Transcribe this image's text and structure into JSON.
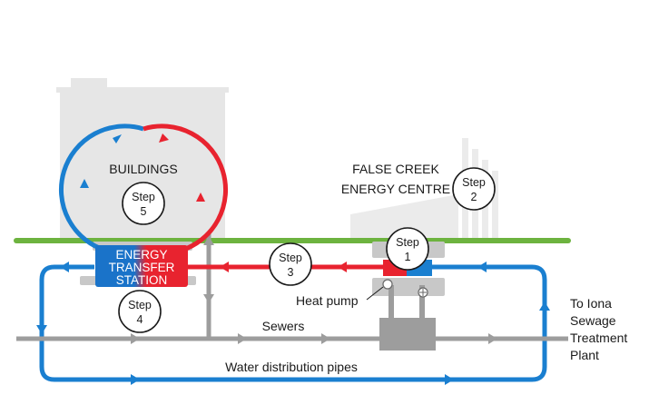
{
  "labels": {
    "buildings": "BUILDINGS",
    "energy_centre_line1": "FALSE CREEK",
    "energy_centre_line2": "ENERGY CENTRE",
    "ets_line1": "ENERGY",
    "ets_line2": "TRANSFER",
    "ets_line3": "STATION",
    "heat_pump": "Heat pump",
    "sewers": "Sewers",
    "water_pipes": "Water distribution pipes",
    "plant_line1": "To Iona",
    "plant_line2": "Sewage",
    "plant_line3": "Treatment",
    "plant_line4": "Plant"
  },
  "steps": [
    {
      "word": "Step",
      "num": "1"
    },
    {
      "word": "Step",
      "num": "2"
    },
    {
      "word": "Step",
      "num": "3"
    },
    {
      "word": "Step",
      "num": "4"
    },
    {
      "word": "Step",
      "num": "5"
    }
  ],
  "colors": {
    "hot": "#e8232f",
    "cold": "#1a7fd0",
    "ground": "#6db33f",
    "sewer": "#9d9d9d",
    "building": "#e6e6e6",
    "ets_blue": "#1a73c9",
    "ets_red": "#e8232f"
  }
}
